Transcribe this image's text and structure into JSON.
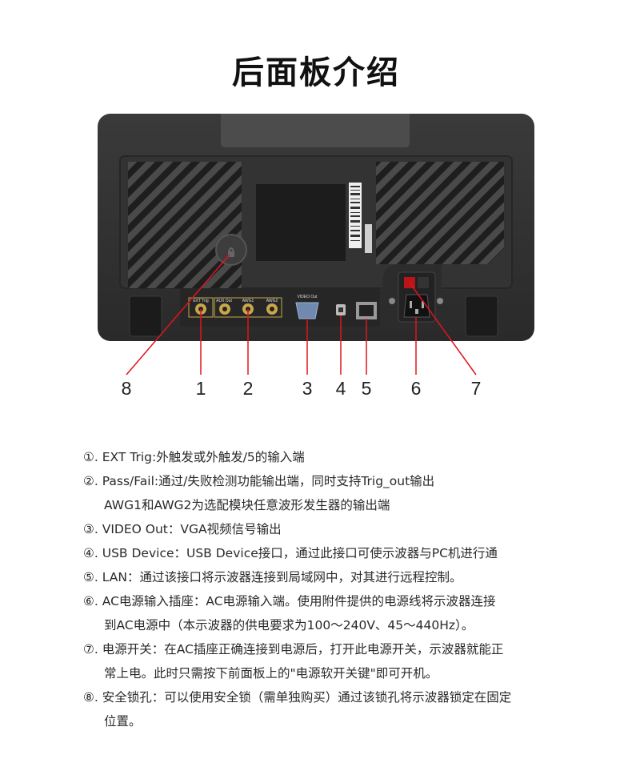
{
  "title": "后面板介绍",
  "panel_labels": {
    "ext_trig": "EXT Trig",
    "aux_out": "AUX Out",
    "awg1": "AWG1",
    "awg2": "AWG2",
    "video_out": "VIDEO Out"
  },
  "callouts": [
    "8",
    "1",
    "2",
    "3",
    "4",
    "5",
    "6",
    "7"
  ],
  "descriptions": [
    [
      "①. EXT  Trig:外触发或外触发/5的输入端"
    ],
    [
      "②. Pass/Fail:通过/失败检测功能输出端，同时支持Trig_out输出",
      "AWG1和AWG2为选配模块任意波形发生器的输出端"
    ],
    [
      "③. VIDEO  Out：VGA视频信号输出"
    ],
    [
      "④. USB  Device：USB  Device接口，通过此接口可使示波器与PC机进行通"
    ],
    [
      "⑤. LAN：通过该接口将示波器连接到局域网中，对其进行远程控制。"
    ],
    [
      "⑥. AC电源输入插座：AC电源输入端。使用附件提供的电源线将示波器连接",
      "到AC电源中（本示波器的供电要求为100～240V、45～440Hz）。"
    ],
    [
      "⑦. 电源开关：在AC插座正确连接到电源后，打开此电源开关，示波器就能正",
      "常上电。此时只需按下前面板上的\"电源软开关键\"即可开机。"
    ],
    [
      "⑧. 安全锁孔：可以使用安全锁（需单独购买）通过该锁孔将示波器锁定在固定",
      "位置。"
    ]
  ],
  "colors": {
    "callout_line": "#e0141e",
    "body": "#2e2e2e",
    "connector_gold": "#c8a64a"
  }
}
